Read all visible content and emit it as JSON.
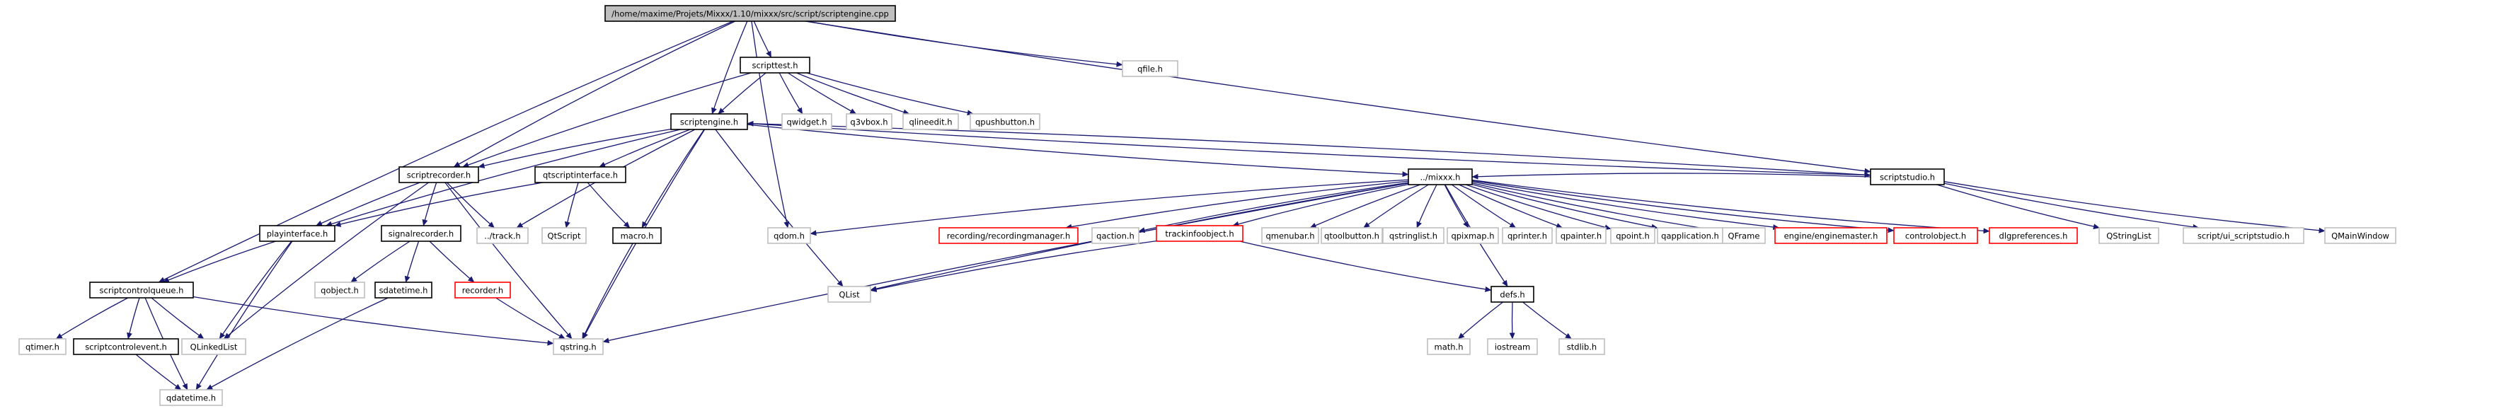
{
  "colors": {
    "edge": "#191970",
    "root_fill": "#bfbfbf",
    "default_border": "#000000",
    "missing_border": "#bfbfbf",
    "highlight_border": "#ff0000",
    "text": "#000000"
  },
  "nodes": [
    {
      "id": "root",
      "label": "/home/maxime/Projets/Mixxx/1.10/mixxx/src/script/scriptengine.cpp",
      "kind": "root"
    },
    {
      "id": "scripttest",
      "label": "scripttest.h",
      "kind": "default"
    },
    {
      "id": "qfile",
      "label": "qfile.h",
      "kind": "missing"
    },
    {
      "id": "scriptengine",
      "label": "scriptengine.h",
      "kind": "default"
    },
    {
      "id": "qwidget",
      "label": "qwidget.h",
      "kind": "missing"
    },
    {
      "id": "q3vbox",
      "label": "q3vbox.h",
      "kind": "missing"
    },
    {
      "id": "qlineedit",
      "label": "qlineedit.h",
      "kind": "missing"
    },
    {
      "id": "qpushbutton",
      "label": "qpushbutton.h",
      "kind": "missing"
    },
    {
      "id": "scriptrecorder",
      "label": "scriptrecorder.h",
      "kind": "default"
    },
    {
      "id": "qtscriptinterface",
      "label": "qtscriptinterface.h",
      "kind": "default"
    },
    {
      "id": "mixxx",
      "label": "../mixxx.h",
      "kind": "default"
    },
    {
      "id": "scriptstudio",
      "label": "scriptstudio.h",
      "kind": "default"
    },
    {
      "id": "playinterface",
      "label": "playinterface.h",
      "kind": "default"
    },
    {
      "id": "signalrecorder",
      "label": "signalrecorder.h",
      "kind": "default"
    },
    {
      "id": "track",
      "label": "../track.h",
      "kind": "missing"
    },
    {
      "id": "qtscript",
      "label": "QtScript",
      "kind": "missing"
    },
    {
      "id": "macro",
      "label": "macro.h",
      "kind": "default"
    },
    {
      "id": "qdom",
      "label": "qdom.h",
      "kind": "missing"
    },
    {
      "id": "recordingmanager",
      "label": "recording/recordingmanager.h",
      "kind": "highlight"
    },
    {
      "id": "qaction",
      "label": "qaction.h",
      "kind": "missing"
    },
    {
      "id": "trackinfoobject",
      "label": "trackinfoobject.h",
      "kind": "highlight"
    },
    {
      "id": "qmenubar",
      "label": "qmenubar.h",
      "kind": "missing"
    },
    {
      "id": "qtoolbutton",
      "label": "qtoolbutton.h",
      "kind": "missing"
    },
    {
      "id": "qstringlist",
      "label": "qstringlist.h",
      "kind": "missing"
    },
    {
      "id": "qpixmap",
      "label": "qpixmap.h",
      "kind": "missing"
    },
    {
      "id": "qprinter",
      "label": "qprinter.h",
      "kind": "missing"
    },
    {
      "id": "qpainter",
      "label": "qpainter.h",
      "kind": "missing"
    },
    {
      "id": "qpoint",
      "label": "qpoint.h",
      "kind": "missing"
    },
    {
      "id": "qapplication",
      "label": "qapplication.h",
      "kind": "missing"
    },
    {
      "id": "qframe",
      "label": "QFrame",
      "kind": "missing"
    },
    {
      "id": "enginemaster",
      "label": "engine/enginemaster.h",
      "kind": "highlight"
    },
    {
      "id": "controlobject",
      "label": "controlobject.h",
      "kind": "highlight"
    },
    {
      "id": "dlgpreferences",
      "label": "dlgpreferences.h",
      "kind": "highlight"
    },
    {
      "id": "qstringlist2",
      "label": "QStringList",
      "kind": "missing"
    },
    {
      "id": "ui_scriptstudio",
      "label": "script/ui_scriptstudio.h",
      "kind": "missing"
    },
    {
      "id": "qmainwindow",
      "label": "QMainWindow",
      "kind": "missing"
    },
    {
      "id": "scriptcontrolqueue",
      "label": "scriptcontrolqueue.h",
      "kind": "default"
    },
    {
      "id": "qobject",
      "label": "qobject.h",
      "kind": "missing"
    },
    {
      "id": "sdatetime",
      "label": "sdatetime.h",
      "kind": "default"
    },
    {
      "id": "recorder",
      "label": "recorder.h",
      "kind": "highlight"
    },
    {
      "id": "qlist",
      "label": "QList",
      "kind": "missing"
    },
    {
      "id": "defs",
      "label": "defs.h",
      "kind": "default"
    },
    {
      "id": "qtimer",
      "label": "qtimer.h",
      "kind": "missing"
    },
    {
      "id": "scriptcontrolevent",
      "label": "scriptcontrolevent.h",
      "kind": "default"
    },
    {
      "id": "qlinkedlist",
      "label": "QLinkedList",
      "kind": "missing"
    },
    {
      "id": "qstring",
      "label": "qstring.h",
      "kind": "missing"
    },
    {
      "id": "math",
      "label": "math.h",
      "kind": "missing"
    },
    {
      "id": "iostream",
      "label": "iostream",
      "kind": "missing"
    },
    {
      "id": "stdlib",
      "label": "stdlib.h",
      "kind": "missing"
    },
    {
      "id": "qdatetime",
      "label": "qdatetime.h",
      "kind": "missing"
    }
  ],
  "edges": [
    [
      "root",
      "scripttest"
    ],
    [
      "root",
      "qfile"
    ],
    [
      "root",
      "scriptengine"
    ],
    [
      "root",
      "scriptrecorder"
    ],
    [
      "root",
      "qdom"
    ],
    [
      "root",
      "scriptstudio"
    ],
    [
      "root",
      "scriptcontrolqueue"
    ],
    [
      "scripttest",
      "scriptengine"
    ],
    [
      "scripttest",
      "qwidget"
    ],
    [
      "scripttest",
      "q3vbox"
    ],
    [
      "scripttest",
      "qlineedit"
    ],
    [
      "scripttest",
      "qpushbutton"
    ],
    [
      "scripttest",
      "scriptrecorder"
    ],
    [
      "scriptengine",
      "scriptrecorder"
    ],
    [
      "scriptengine",
      "qtscriptinterface"
    ],
    [
      "scriptengine",
      "mixxx"
    ],
    [
      "scriptengine",
      "playinterface"
    ],
    [
      "scriptengine",
      "track"
    ],
    [
      "scriptengine",
      "macro"
    ],
    [
      "scriptengine",
      "qlist"
    ],
    [
      "scriptengine",
      "qstring"
    ],
    [
      "scriptengine",
      "scriptstudio"
    ],
    [
      "scriptstudio",
      "scriptengine"
    ],
    [
      "scriptrecorder",
      "playinterface"
    ],
    [
      "scriptrecorder",
      "signalrecorder"
    ],
    [
      "scriptrecorder",
      "track"
    ],
    [
      "scriptrecorder",
      "qstring"
    ],
    [
      "scriptrecorder",
      "qlinkedlist"
    ],
    [
      "qtscriptinterface",
      "playinterface"
    ],
    [
      "qtscriptinterface",
      "qtscript"
    ],
    [
      "qtscriptinterface",
      "macro"
    ],
    [
      "mixxx",
      "qdom"
    ],
    [
      "mixxx",
      "recordingmanager"
    ],
    [
      "mixxx",
      "qaction"
    ],
    [
      "mixxx",
      "trackinfoobject"
    ],
    [
      "mixxx",
      "qmenubar"
    ],
    [
      "mixxx",
      "qtoolbutton"
    ],
    [
      "mixxx",
      "qstringlist"
    ],
    [
      "mixxx",
      "qpixmap"
    ],
    [
      "mixxx",
      "qprinter"
    ],
    [
      "mixxx",
      "qpainter"
    ],
    [
      "mixxx",
      "qpoint"
    ],
    [
      "mixxx",
      "qapplication"
    ],
    [
      "mixxx",
      "qframe"
    ],
    [
      "mixxx",
      "enginemaster"
    ],
    [
      "mixxx",
      "controlobject"
    ],
    [
      "mixxx",
      "dlgpreferences"
    ],
    [
      "mixxx",
      "defs"
    ],
    [
      "mixxx",
      "qlist"
    ],
    [
      "mixxx",
      "qstring"
    ],
    [
      "scriptstudio",
      "mixxx"
    ],
    [
      "scriptstudio",
      "qstringlist2"
    ],
    [
      "scriptstudio",
      "ui_scriptstudio"
    ],
    [
      "scriptstudio",
      "qmainwindow"
    ],
    [
      "playinterface",
      "scriptcontrolqueue"
    ],
    [
      "playinterface",
      "qlinkedlist"
    ],
    [
      "playinterface",
      "qdatetime"
    ],
    [
      "signalrecorder",
      "qobject"
    ],
    [
      "signalrecorder",
      "sdatetime"
    ],
    [
      "signalrecorder",
      "recorder"
    ],
    [
      "macro",
      "qstring"
    ],
    [
      "trackinfoobject",
      "qlist"
    ],
    [
      "trackinfoobject",
      "defs"
    ],
    [
      "recorder",
      "qstring"
    ],
    [
      "sdatetime",
      "qdatetime"
    ],
    [
      "scriptcontrolqueue",
      "qtimer"
    ],
    [
      "scriptcontrolqueue",
      "scriptcontrolevent"
    ],
    [
      "scriptcontrolqueue",
      "qlinkedlist"
    ],
    [
      "scriptcontrolqueue",
      "qstring"
    ],
    [
      "scriptcontrolqueue",
      "qdatetime"
    ],
    [
      "scriptcontrolevent",
      "qdatetime"
    ],
    [
      "defs",
      "math"
    ],
    [
      "defs",
      "iostream"
    ],
    [
      "defs",
      "stdlib"
    ]
  ]
}
